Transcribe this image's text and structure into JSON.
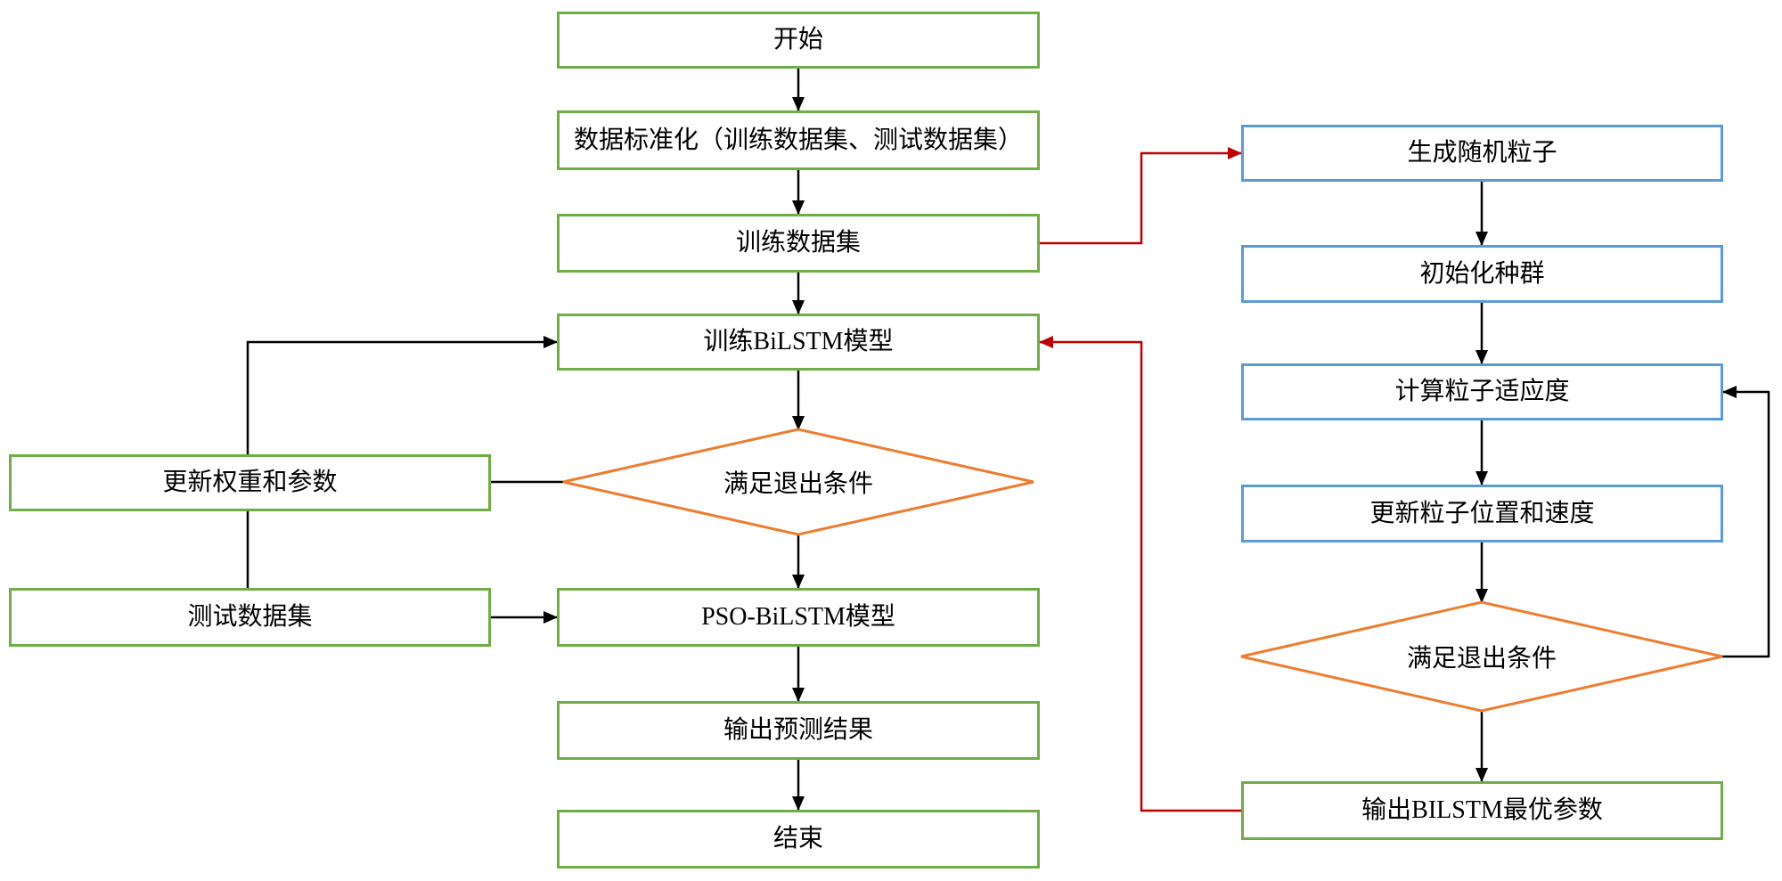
{
  "page": {
    "background": "#ffffff"
  },
  "colors": {
    "main_box_border": "#70ad47",
    "pso_box_border": "#5b9bd5",
    "decision_border": "#ed7d31",
    "arrow_black": "#000000",
    "arrow_red": "#c00000",
    "text": "#000000"
  },
  "nodes": {
    "start": "开始",
    "normalize": "数据标准化（训练数据集、测试数据集）",
    "train_dataset": "训练数据集",
    "train_bilstm": "训练BiLSTM模型",
    "main_exit_condition": "满足退出条件",
    "pso_bilstm_model": "PSO-BiLSTM模型",
    "output_prediction": "输出预测结果",
    "end": "结束",
    "update_weights": "更新权重和参数",
    "test_dataset": "测试数据集",
    "generate_particles": "生成随机粒子",
    "init_population": "初始化种群",
    "compute_fitness": "计算粒子适应度",
    "update_particles": "更新粒子位置和速度",
    "pso_exit_condition": "满足退出条件",
    "output_best_params": "输出BILSTM最优参数"
  }
}
